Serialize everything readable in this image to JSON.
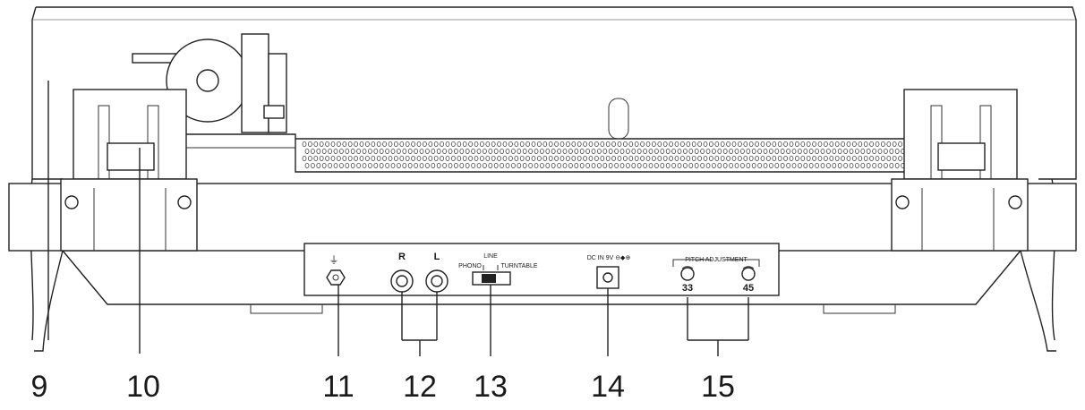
{
  "callouts": {
    "c9": "9",
    "c10": "10",
    "c11": "11",
    "c12": "12",
    "c13": "13",
    "c14": "14",
    "c15": "15"
  },
  "panel": {
    "ground_symbol": "⏚",
    "right_jack": "R",
    "left_jack": "L",
    "line_label": "LINE",
    "phono_label": "PHONO",
    "turntable_label": "TURNTABLE",
    "dc_in_label": "DC IN 9V ⊖◆⊕",
    "pitch_label": "PITCH ADJUSTMENT",
    "pitch_33": "33",
    "pitch_45": "45"
  }
}
